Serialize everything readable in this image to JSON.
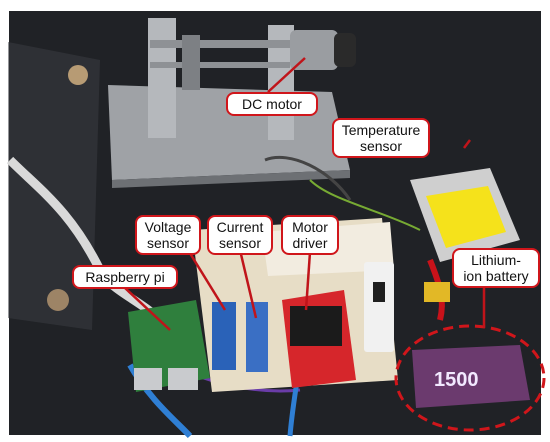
{
  "labels": {
    "dc_motor": "DC motor",
    "temperature_sensor": "Temperature\nsensor",
    "voltage_sensor": "Voltage\nsensor",
    "current_sensor": "Current\nsensor",
    "motor_driver": "Motor\ndriver",
    "raspberry_pi": "Raspberry pi",
    "lithium_ion_battery": "Lithium-\nion battery",
    "battery_print": "1500"
  },
  "colors": {
    "callout_border": "#d0161b",
    "leader_line": "#c0141a",
    "table_surface": "#202226",
    "frame_background": "#ffffff"
  }
}
